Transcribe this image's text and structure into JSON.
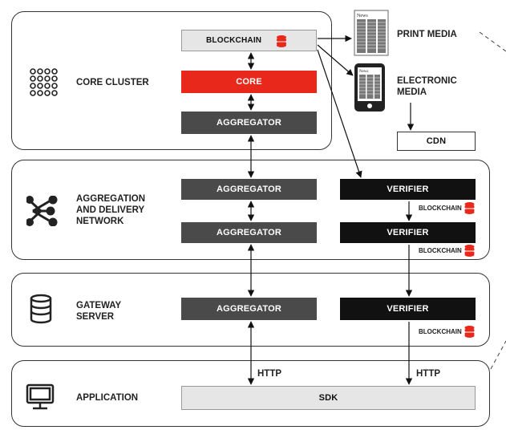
{
  "colors": {
    "core": "#e8281a",
    "aggregator": "#4a4a4a",
    "verifier": "#111111",
    "db": "#e8281a"
  },
  "layers": [
    {
      "label": "CORE CLUSTER",
      "icon": "cluster-dots-icon"
    },
    {
      "label": "AGGREGATION\nAND DELIVERY\nNETWORK",
      "icon": "network-share-icon"
    },
    {
      "label": "GATEWAY\nSERVER",
      "icon": "database-icon"
    },
    {
      "label": "APPLICATION",
      "icon": "monitor-icon"
    }
  ],
  "nodes": {
    "blockchain_top": "BLOCKCHAIN",
    "core": "CORE",
    "aggregator_core": "AGGREGATOR",
    "aggregator_adn_1": "AGGREGATOR",
    "aggregator_adn_2": "AGGREGATOR",
    "aggregator_gateway": "AGGREGATOR",
    "verifier_adn_1": "VERIFIER",
    "verifier_adn_2": "VERIFIER",
    "verifier_gateway": "VERIFIER",
    "sdk": "SDK",
    "cdn": "CDN"
  },
  "blockchain_tags": [
    "BLOCKCHAIN",
    "BLOCKCHAIN",
    "BLOCKCHAIN"
  ],
  "media": {
    "print": "PRINT MEDIA",
    "electronic": "ELECTRONIC\nMEDIA",
    "news_text": "News"
  },
  "connections": {
    "http_left": "HTTP",
    "http_right": "HTTP"
  }
}
